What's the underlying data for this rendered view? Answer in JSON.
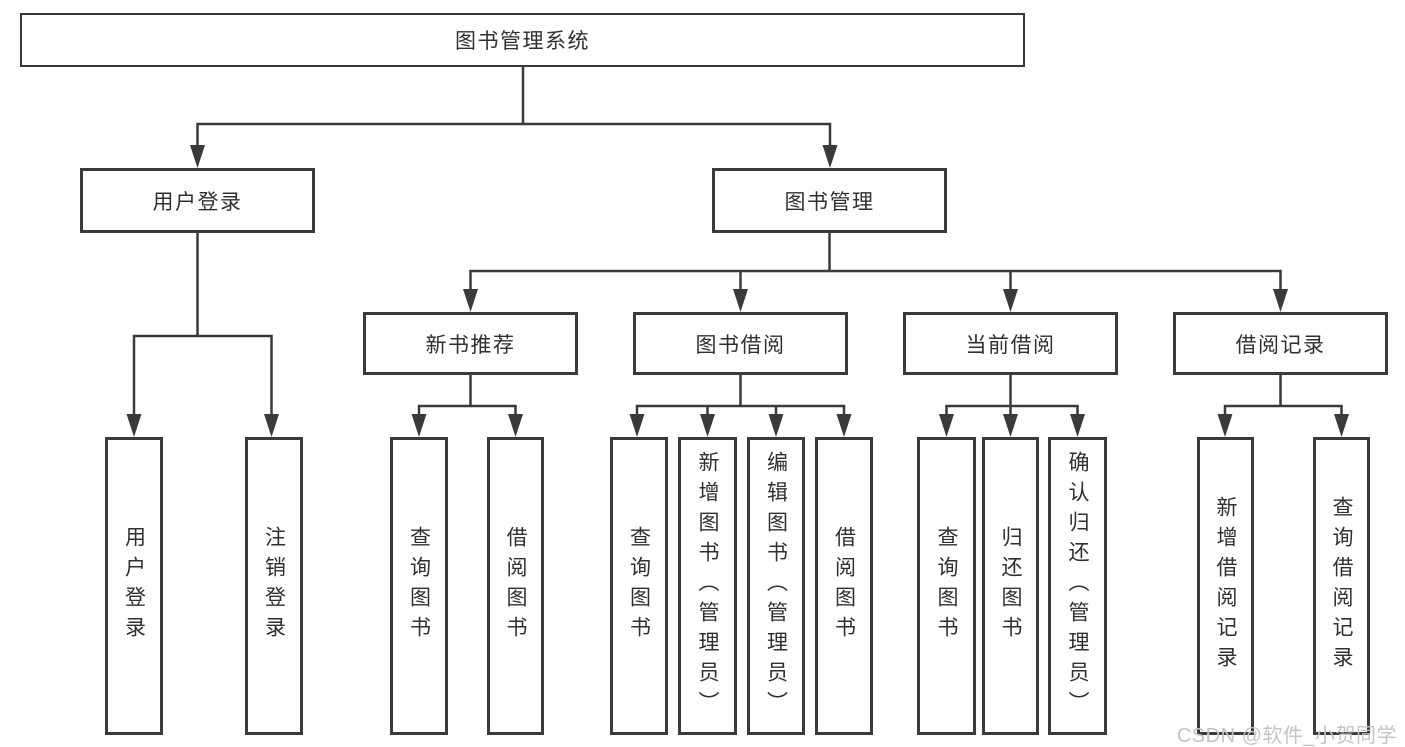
{
  "tree": {
    "root": {
      "label": "图书管理系统"
    },
    "branches": [
      {
        "label": "用户登录",
        "children": [
          "用户登录",
          "注销登录"
        ]
      },
      {
        "label": "图书管理",
        "sections": [
          {
            "label": "新书推荐",
            "children": [
              "查询图书",
              "借阅图书"
            ]
          },
          {
            "label": "图书借阅",
            "children": [
              "查询图书",
              "新增图书（管理员）",
              "编辑图书（管理员）",
              "借阅图书"
            ]
          },
          {
            "label": "当前借阅",
            "children": [
              "查询图书",
              "归还图书",
              "确认归还（管理员）"
            ]
          },
          {
            "label": "借阅记录",
            "children": [
              "新增借阅记录",
              "查询借阅记录"
            ]
          }
        ]
      }
    ]
  },
  "watermark": {
    "text": "CSDN @软件_小贺同学"
  },
  "colors": {
    "line": "#3a3a3a",
    "box_border": "#3a3a3a",
    "text": "#303030",
    "watermark": "#c1c4c9",
    "background": "#ffffff"
  }
}
